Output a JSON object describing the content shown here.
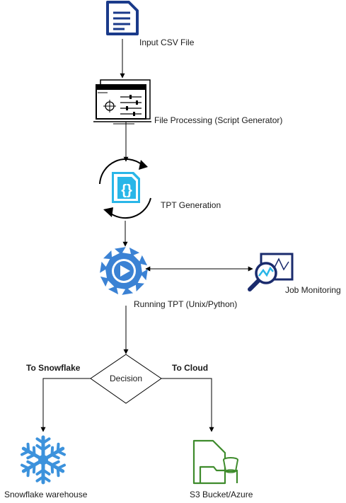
{
  "nodes": {
    "input": {
      "label": "Input CSV File",
      "icon": "document-icon"
    },
    "processing": {
      "label": "File Processing (Script Generator)",
      "icon": "script-generator-icon"
    },
    "tpt": {
      "label": "TPT Generation",
      "icon": "code-refresh-icon"
    },
    "running": {
      "label": "Running TPT (Unix/Python)",
      "icon": "gear-play-icon"
    },
    "monitoring": {
      "label": "Job Monitoring",
      "icon": "monitoring-magnifier-icon"
    },
    "decision": {
      "label": "Decision"
    },
    "snowflake": {
      "label": "Snowflake warehouse",
      "icon": "snowflake-icon"
    },
    "s3": {
      "label": "S3 Bucket/Azure",
      "icon": "bucket-folder-icon"
    }
  },
  "edges": {
    "to_snowflake": "To Snowflake",
    "to_cloud": "To Cloud"
  },
  "colors": {
    "doc": "#1a3a8a",
    "gear": "#3b82d4",
    "cyan": "#29b6e8",
    "snowflake": "#3c92dc",
    "s3": "#3e8b2c",
    "magnifier": "#1a2b6d",
    "line": "#000000"
  }
}
